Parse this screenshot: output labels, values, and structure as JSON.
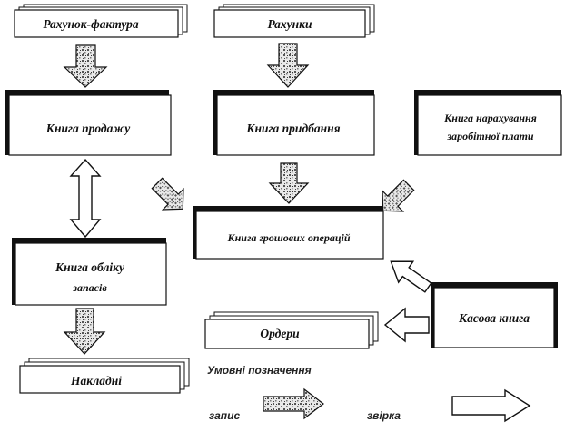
{
  "nodes": {
    "invoice": "Рахунок-фактура",
    "accounts": "Рахунки",
    "sales_book": "Книга продажу",
    "purchase_book": "Книга придбання",
    "payroll_book": [
      "Книга нарахування",
      "заробітної плати"
    ],
    "cash_ops_book": "Книга грошових операцій",
    "inventory_book": [
      "Книга обліку",
      "запасів"
    ],
    "orders": "Ордери",
    "cash_book": "Касова книга",
    "waybills": "Накладні"
  },
  "legend": {
    "title": "Умовні позначення",
    "record": "запис",
    "check": "звірка"
  }
}
